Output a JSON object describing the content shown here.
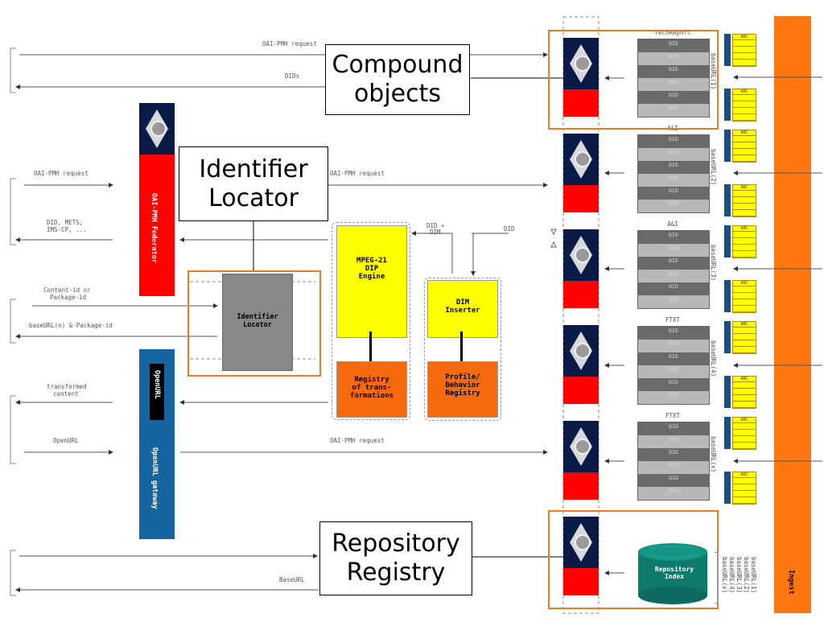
{
  "callouts": {
    "compound_objects": "Compound objects",
    "identifier_locator": "Identifier Locator",
    "repository_registry": "Repository Registry"
  },
  "left_labels": {
    "oai_pmh_request_top": "OAI-PMH request",
    "dids_top": "DIDs",
    "oai_pmh_request_left": "OAI-PMH request",
    "did_mets_line1": "DID, METS,",
    "did_mets_line2": "IMS-CP, ...",
    "content_id_line1": "Content-id or",
    "content_id_line2": "Package-id",
    "baseurl_package": "baseURL(n) & Package-id",
    "transformed_line1": "transformed",
    "transformed_line2": "content",
    "openurl": "OpenURL",
    "baseurl_bottom": "BaseURL"
  },
  "middle_labels": {
    "oai_pmh_request_mid": "OAI-PMH request",
    "oai_pmh_request_low": "OAI-PMH request",
    "did_dim_line1": "DID +",
    "did_dim_line2": "DIM",
    "did": "DID"
  },
  "components": {
    "federator": "OAI-PMH Federator",
    "openurl_tag": "OpenURL",
    "openurl_gateway": "OpenURL gateway",
    "identifier_locator_line1": "Identifier",
    "identifier_locator_line2": "Locator",
    "mpeg_line1": "MPEG-21",
    "mpeg_line2": "DIP",
    "mpeg_line3": "Engine",
    "registry_line1": "Registry",
    "registry_line2": "of trans-",
    "registry_line3": "formations",
    "dim_line1": "DIM",
    "dim_line2": "Inserter",
    "profile_line1": "Profile/",
    "profile_line2": "Behavior",
    "profile_line3": "Registry",
    "repo_index_line1": "Repository",
    "repo_index_line2": "Index",
    "ingest": "Ingest"
  },
  "repositories": [
    {
      "title": "TechReport",
      "baseurl": "baseURL(1)"
    },
    {
      "title": "A&I",
      "baseurl": "baseURL(2)"
    },
    {
      "title": "A&I",
      "baseurl": "baseURL(3)"
    },
    {
      "title": "FTXT",
      "baseurl": "baseURL(4)"
    },
    {
      "title": "FTXT",
      "baseurl": "baseURL(x)"
    }
  ],
  "did_label": "DID",
  "arc_label": "ARC",
  "registry_baseurls": [
    "baseURL(1)",
    "baseURL(2)",
    "baseURL(3)",
    "baseURL(4)",
    "baseURL(x)"
  ],
  "colors": {
    "accent_orange": "#f07a22",
    "federator_red": "#ff0000",
    "gateway_blue": "#1665a0",
    "engine_yellow": "#ffff00",
    "registry_orange": "#f46a0c",
    "ingest_orange": "#ff7710",
    "index_teal": "#0e7a6e"
  }
}
